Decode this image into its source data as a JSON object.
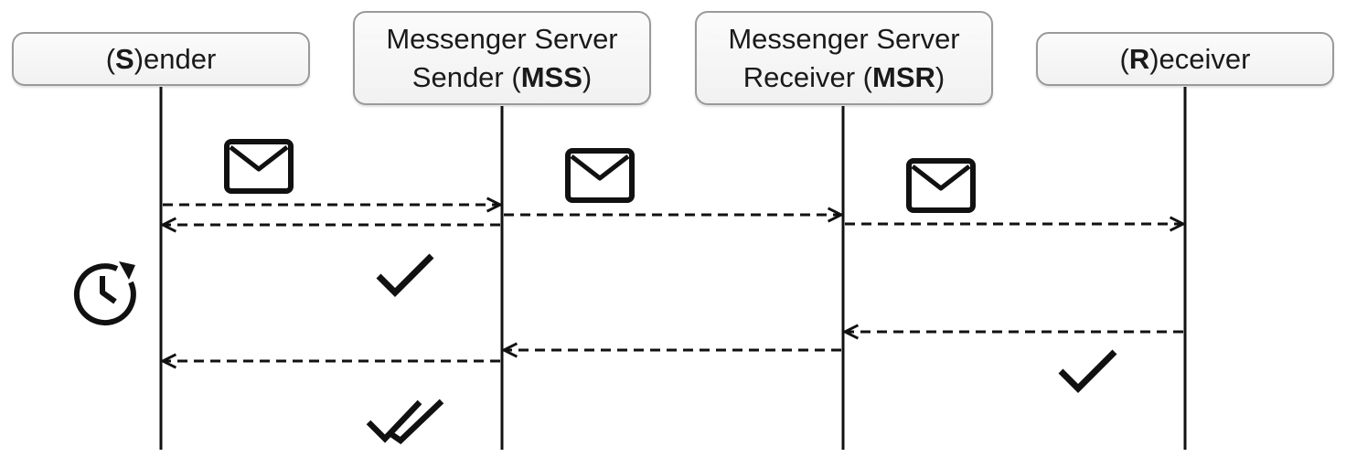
{
  "actors": {
    "sender": {
      "line1_pre": "(",
      "line1_bold": "S",
      "line1_post": ")ender"
    },
    "mss": {
      "line1": "Messenger Server",
      "line2_pre": "Sender (",
      "line2_bold": "MSS",
      "line2_post": ")"
    },
    "msr": {
      "line1": "Messenger Server",
      "line2_pre": "Receiver (",
      "line2_bold": "MSR",
      "line2_post": ")"
    },
    "receiver": {
      "line1_pre": "(",
      "line1_bold": "R",
      "line1_post": ")eceiver"
    }
  },
  "messages": [
    {
      "from": "sender",
      "to": "mss",
      "style": "dashed",
      "icon": "envelope-icon"
    },
    {
      "from": "mss",
      "to": "sender",
      "style": "dashed"
    },
    {
      "from": "mss",
      "to": "msr",
      "style": "dashed",
      "icon": "envelope-icon"
    },
    {
      "from": "msr",
      "to": "receiver",
      "style": "dashed",
      "icon": "envelope-icon"
    },
    {
      "from": "receiver",
      "to": "msr",
      "style": "dashed"
    },
    {
      "from": "msr",
      "to": "mss",
      "style": "dashed"
    },
    {
      "from": "mss",
      "to": "sender",
      "style": "dashed"
    }
  ],
  "icons": [
    "envelope-icon",
    "clock-icon",
    "single-check-icon",
    "double-check-icon"
  ],
  "colors": {
    "line": "#111111",
    "box_border": "#9a9a9a",
    "box_fill": "#f4f4f4"
  }
}
